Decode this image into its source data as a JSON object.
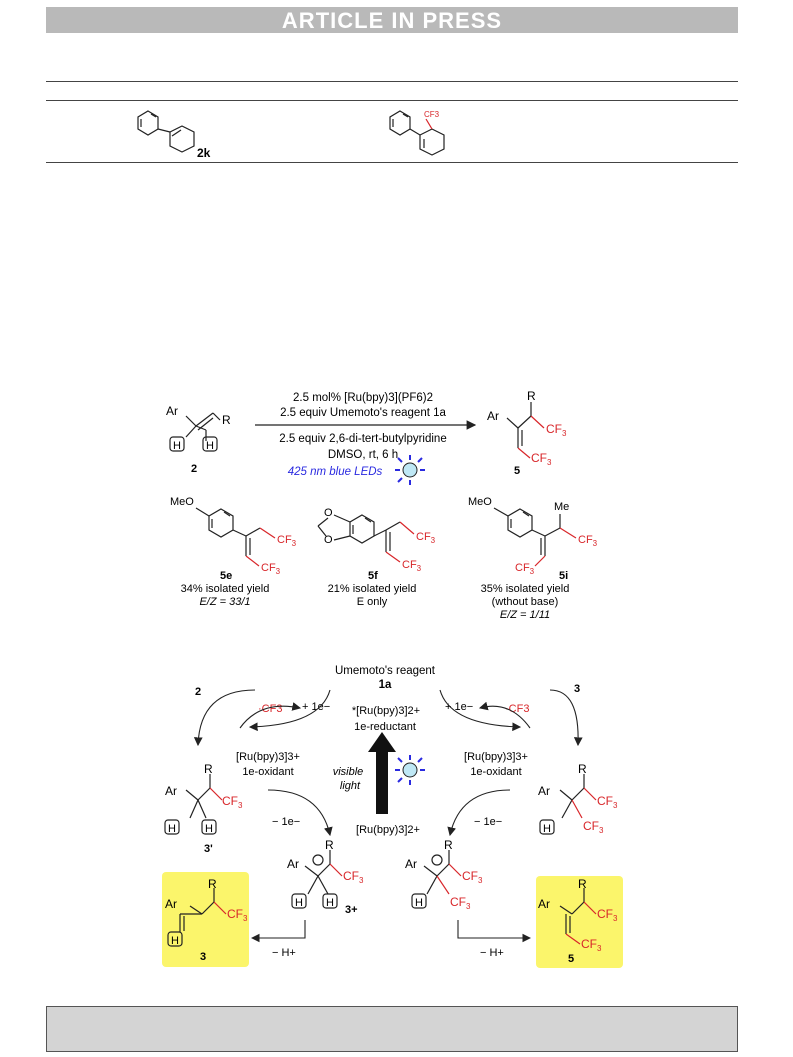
{
  "header": {
    "banner": "ARTICLE IN PRESS"
  },
  "table_row": {
    "compound_label": "2k",
    "product_cf3": "CF3"
  },
  "scheme": {
    "conditions": {
      "line1": "2.5 mol% [Ru(bpy)3](PF6)2",
      "line2": "2.5 equiv Umemoto's reagent 1a",
      "line3": "2.5 equiv 2,6-di-tert-butylpyridine",
      "line4": "DMSO, rt, 6 h",
      "line5": "425 nm blue LEDs"
    },
    "reactant_label": "2",
    "product_label": "5",
    "examples": [
      {
        "label": "5e",
        "yield": "34% isolated yield",
        "note": "E/Z = 33/1",
        "note2": ""
      },
      {
        "label": "5f",
        "yield": "21% isolated yield",
        "note": "E only",
        "note2": ""
      },
      {
        "label": "5i",
        "yield": "35% isolated yield",
        "note": "(wthout base)",
        "note2": "E/Z = 1/11"
      }
    ]
  },
  "mechanism": {
    "umemoto": "Umemoto's reagent",
    "umemoto_label": "1a",
    "ru_excited": "*[Ru(bpy)3]2+",
    "reductant": "1e-reductant",
    "ru3_left": "[Ru(bpy)3]3+",
    "oxidant_left": "1e-oxidant",
    "ru3_right": "[Ru(bpy)3]3+",
    "oxidant_right": "1e-oxidant",
    "visible_light": [
      "visible",
      "light"
    ],
    "ru2": "[Ru(bpy)3]2+",
    "plus_e": "+ 1e−",
    "minus_e": "− 1e−",
    "minus_h": "− H+",
    "cf3_radical": "·CF3",
    "labels": {
      "left_start": "2",
      "right_start": "3",
      "radical_left": "3'",
      "cation_left": "3+",
      "product_left": "3",
      "product_right": "5"
    }
  },
  "colors": {
    "cf3_red": "#d8262a",
    "led_blue": "#2a2ae0",
    "highlight": "#fbf56b",
    "banner_gray": "#b9b9b9"
  }
}
